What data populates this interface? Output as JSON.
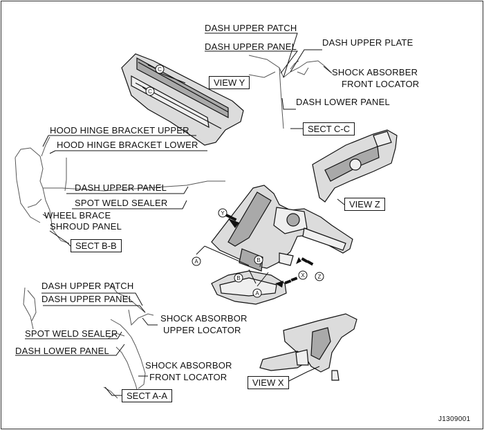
{
  "labels": {
    "dash_upper_patch_top": "DASH UPPER PATCH",
    "dash_upper_panel_top": "DASH UPPER PANEL",
    "dash_upper_plate": "DASH UPPER PLATE",
    "shock_absorber_front_locator_1": "SHOCK ABSORBER",
    "shock_absorber_front_locator_2": "FRONT LOCATOR",
    "dash_lower_panel_top": "DASH LOWER PANEL",
    "hood_hinge_bracket_upper": "HOOD HINGE BRACKET UPPER",
    "hood_hinge_bracket_lower": "HOOD HINGE BRACKET LOWER",
    "dash_upper_panel_mid": "DASH UPPER PANEL",
    "spot_weld_sealer_mid": "SPOT WELD SEALER",
    "wheel_brace": "WHEEL BRACE",
    "shroud_panel": "SHROUD PANEL",
    "dash_upper_patch_bottom": "DASH UPPER PATCH",
    "dash_upper_panel_bottom": "DASH UPPER PANEL",
    "shock_absorbor_upper_1": "SHOCK ABSORBOR",
    "shock_absorbor_upper_2": "UPPER LOCATOR",
    "spot_weld_sealer_bottom": "SPOT WELD SEALER",
    "dash_lower_panel_bottom": "DASH LOWER PANEL",
    "shock_absorbor_front_1": "SHOCK ABSORBOR",
    "shock_absorbor_front_2": "FRONT LOCATOR"
  },
  "boxes": {
    "view_y": "VIEW Y",
    "sect_cc": "SECT C-C",
    "view_z": "VIEW Z",
    "sect_bb": "SECT B-B",
    "view_x": "VIEW X",
    "sect_aa": "SECT A-A"
  },
  "callouts": {
    "c": "C",
    "y": "Y",
    "a": "A",
    "b": "B",
    "x": "X",
    "z": "Z"
  },
  "figure_code": "J1309001",
  "colors": {
    "line": "#111111",
    "fill": "#dcdcdc",
    "shade": "#a9a9a9",
    "background": "#ffffff"
  }
}
